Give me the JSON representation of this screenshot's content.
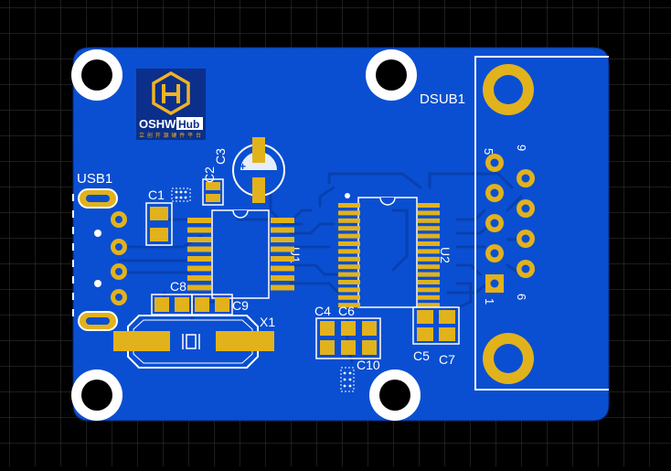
{
  "colors": {
    "background": "#000000",
    "grid": "#3a3a3a",
    "board": "#0a4fd1",
    "board_dark": "#0840b0",
    "pad": "#e2b21c",
    "pad_dark": "#a67c00",
    "silk": "#ffffff",
    "mask_hole": "#ffffff",
    "logo_bg": "#0b2f8a",
    "logo_gold": "#f0b323"
  },
  "logo": {
    "brand": "OSHWHub",
    "brand_left": "OSHW",
    "brand_right": "Hub",
    "tagline": "立创开源硬件平台"
  },
  "labels": {
    "usb": "USB1",
    "dsub": "DSUB1",
    "c1": "C1",
    "c2": "C2",
    "c3": "C3",
    "c4": "C4",
    "c5": "C5",
    "c6": "C6",
    "c7": "C7",
    "c8": "C8",
    "c9": "C9",
    "c10": "C10",
    "u1": "U1",
    "u2": "U2",
    "x1": "X1",
    "pin5": "5",
    "pin9": "9",
    "pin1": "1",
    "pin6": "6"
  }
}
